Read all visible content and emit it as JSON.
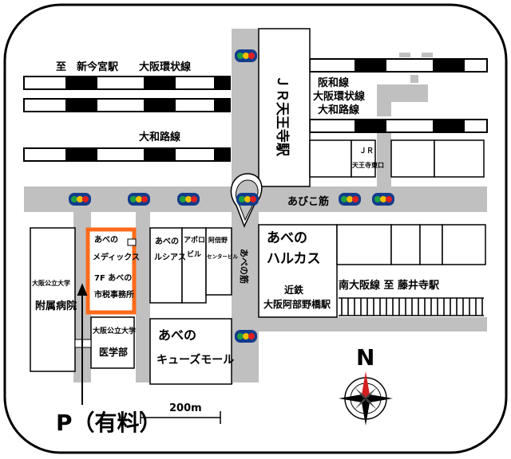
{
  "labels": {
    "line_to_shinimamiya": "至　新今宮駅",
    "osaka_loop_left": "大阪環状線",
    "yamatoji_left": "大和路線",
    "hanwa": "阪和線",
    "osaka_loop_right": "大阪環状線",
    "yamatoji_right": "大和路線",
    "jr_tennoji_station": "ＪＲ天王寺駅",
    "jr_exit_1": "ＪＲ",
    "jr_exit_2": "天王寺東口",
    "abiko_suji": "あびこ筋",
    "abeno_suji": "あべの筋",
    "medix_1": "あべの",
    "medix_2": "メディックス",
    "medix_3": "7F あべの",
    "medix_4": "市税事務所",
    "lucias_1": "あべの",
    "lucias_2": "ルシアス",
    "apollo_1": "アポロ",
    "apollo_2": "ビル",
    "shinkin_1": "阿倍野",
    "shinkin_2": "センタービル",
    "harukas_1": "あべの",
    "harukas_2": "ハルカス",
    "kintetsu_1": "近鉄",
    "kintetsu_2": "大阪阿部野橋駅",
    "minami_osaka": "南大阪線 至 藤井寺駅",
    "hospital_1": "大阪公立大学",
    "hospital_2": "附属病院",
    "medschool_1": "大阪公立大学",
    "medschool_2": "医学部",
    "qsmall_1": "あべの",
    "qsmall_2": "キューズモール",
    "parking": "P（有料）",
    "scale": "200m",
    "north": "N"
  },
  "colors": {
    "road": "#c0c0c0",
    "highlight": "#ff6a1a",
    "signal_red": "#e02020",
    "signal_yellow": "#f0c000",
    "signal_green": "#20a040",
    "signal_body": "#123c8c",
    "compass_red": "#d42020"
  },
  "icons": [
    "traffic-signal-icon",
    "compass-icon",
    "parking-arrow-icon"
  ]
}
